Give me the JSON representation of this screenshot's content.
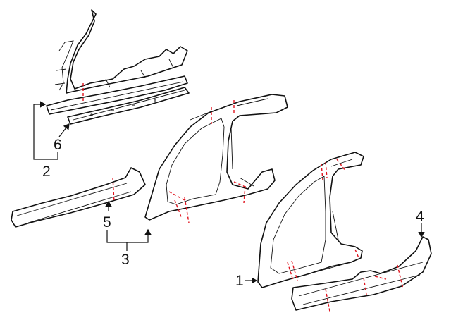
{
  "colors": {
    "linework": "#111111",
    "cut_lines": "#e0141e",
    "background": "#ffffff"
  },
  "callouts": {
    "c1": "1",
    "c2": "2",
    "c3": "3",
    "c4": "4",
    "c5": "5",
    "c6": "6"
  }
}
